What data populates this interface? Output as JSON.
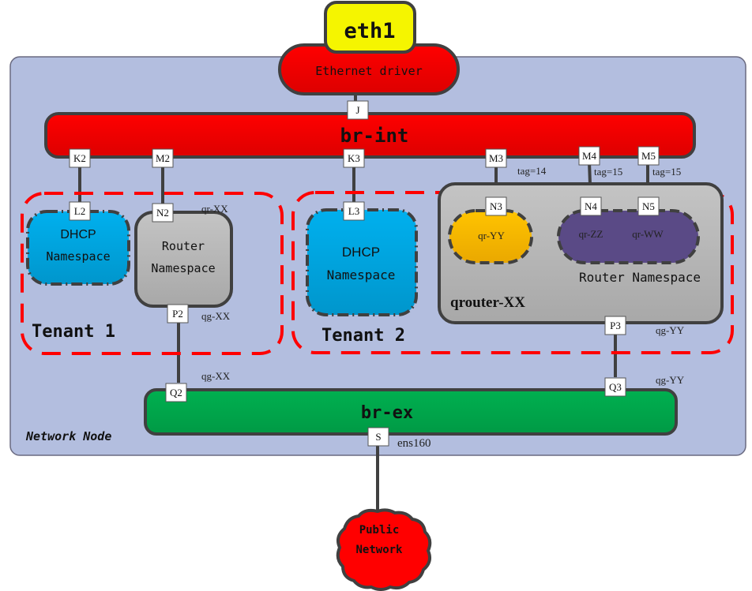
{
  "diagram": {
    "node_container": {
      "label": "Network Node"
    },
    "nic": {
      "label": "eth1"
    },
    "driver": {
      "label": "Ethernet driver"
    },
    "br_int": {
      "label": "br-int"
    },
    "br_ex": {
      "label": "br-ex"
    },
    "public_network": {
      "line1": "Public",
      "line2": "Network"
    },
    "tenant1": {
      "label": "Tenant 1",
      "dhcp": {
        "line1": "DHCP",
        "line2": "Namespace"
      },
      "router": {
        "line1": "Router",
        "line2": "Namespace"
      },
      "qr_label": "qr-XX",
      "qg_label": "qg-XX"
    },
    "tenant2": {
      "label": "Tenant 2",
      "dhcp": {
        "line1": "DHCP",
        "line2": "Namespace"
      },
      "router_name": "qrouter-XX",
      "router_label": "Router Namespace",
      "qr_yy": "qr-YY",
      "qr_zz": "qr-ZZ",
      "qr_ww": "qr-WW",
      "qg_label": "qg-YY"
    },
    "ports": {
      "J": "J",
      "K2": "K2",
      "M2": "M2",
      "K3": "K3",
      "M3": "M3",
      "M4": "M4",
      "M5": "M5",
      "L2": "L2",
      "N2": "N2",
      "L3": "L3",
      "N3": "N3",
      "N4": "N4",
      "N5": "N5",
      "P2": "P2",
      "P3": "P3",
      "Q2": "Q2",
      "Q3": "Q3",
      "S": "S"
    },
    "annotations": {
      "tag_m3": "tag=14",
      "tag_m4": "tag=15",
      "tag_m5": "tag=15",
      "qg_xx_bridge": "qg-XX",
      "qg_yy_bridge": "qg-YY",
      "ens": "ens160"
    },
    "colors": {
      "node_bg": "#b3bedf",
      "bridge_red": "#ee0000",
      "bridge_green": "#00a84d",
      "nic_yellow": "#f5f500",
      "dhcp_blue": "#00aae6",
      "router_gray": "#b4b4b4",
      "qr_yellow": "#f2b400",
      "qr_purple": "#5a4a86",
      "tenant_dash": "#ff0000",
      "stroke": "#404040"
    }
  }
}
